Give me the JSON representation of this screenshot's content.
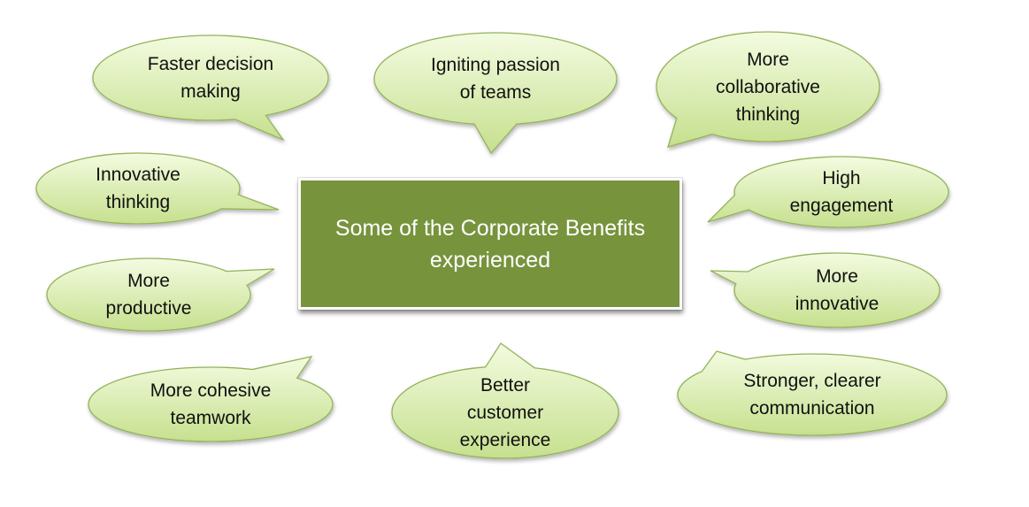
{
  "center": {
    "title": "Some of the Corporate Benefits experienced",
    "fill": "#77933c"
  },
  "colors": {
    "bubble_fill_top": "#f3fbe0",
    "bubble_fill_bottom": "#c6e08e",
    "bubble_stroke": "#93b35a",
    "text": "#111111"
  },
  "bubbles": [
    {
      "id": "faster-decision-making",
      "lines": [
        "Faster decision",
        "making"
      ]
    },
    {
      "id": "igniting-passion-of-teams",
      "lines": [
        "Igniting passion",
        "of teams"
      ]
    },
    {
      "id": "more-collaborative-thinking",
      "lines": [
        "More",
        "collaborative",
        "thinking"
      ]
    },
    {
      "id": "innovative-thinking",
      "lines": [
        "Innovative",
        "thinking"
      ]
    },
    {
      "id": "high-engagement",
      "lines": [
        "High",
        "engagement"
      ]
    },
    {
      "id": "more-productive",
      "lines": [
        "More",
        "productive"
      ]
    },
    {
      "id": "more-innovative",
      "lines": [
        "More",
        "innovative"
      ]
    },
    {
      "id": "more-cohesive-teamwork",
      "lines": [
        "More cohesive",
        "teamwork"
      ]
    },
    {
      "id": "better-customer-experience",
      "lines": [
        "Better",
        "customer",
        "experience"
      ]
    },
    {
      "id": "stronger-clearer-communication",
      "lines": [
        "Stronger, clearer",
        "communication"
      ]
    }
  ]
}
